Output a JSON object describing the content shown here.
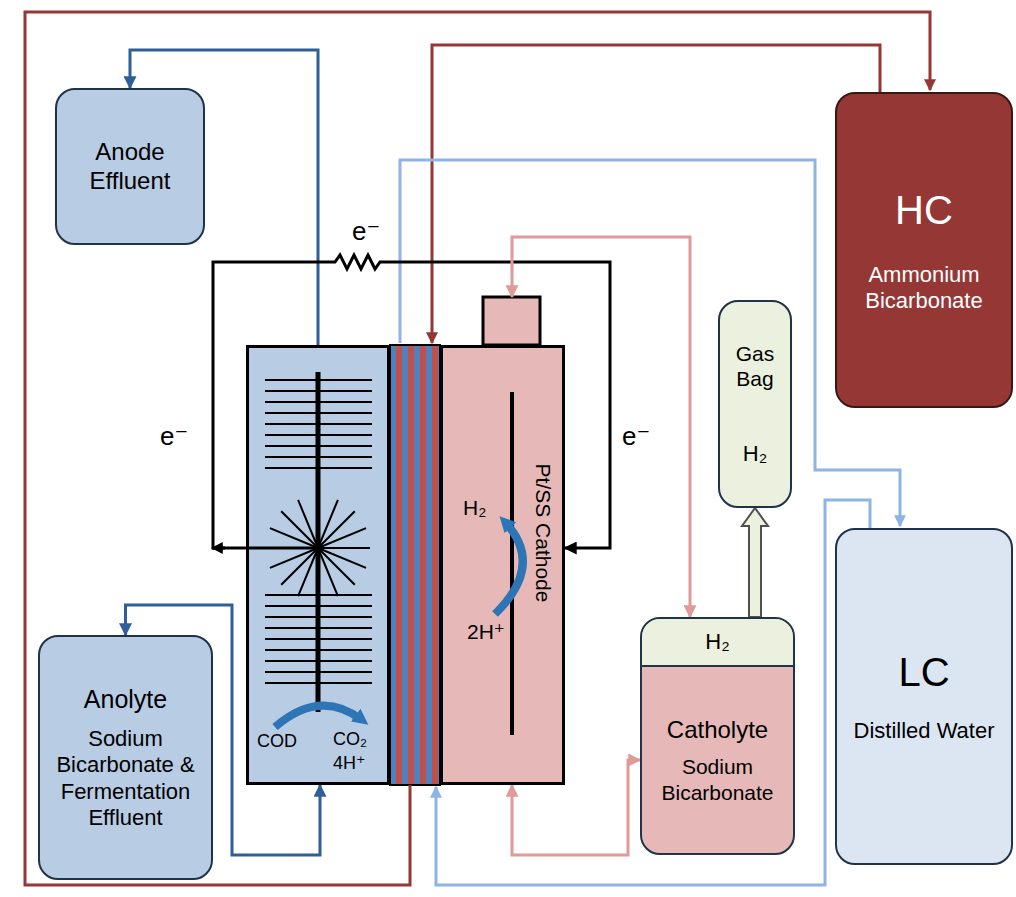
{
  "diagram": {
    "nodes": [
      {
        "text": [
          "Anode Effluent"
        ]
      },
      {
        "text": [
          "Anolyte",
          "Sodium Bicarbonate & Fermentation Effluent"
        ]
      },
      {
        "text": [
          "HC",
          "Ammonium Bicarbonate"
        ]
      },
      {
        "text": [
          "LC",
          "Distilled Water"
        ]
      },
      {
        "text": [
          "Gas Bag",
          "H₂"
        ]
      },
      {
        "text": [
          "H₂",
          "Catholyte",
          "Sodium Bicarbonate"
        ]
      },
      {
        "text": [
          "COD",
          "CO₂",
          "4H⁺"
        ]
      },
      {
        "text": [
          "H₂",
          "2H⁺",
          "Pt/SS Cathode"
        ]
      }
    ],
    "edges": [
      {
        "from": 1,
        "to": 6,
        "arrow": "both"
      },
      {
        "from": 6,
        "to": 0,
        "arrow": "to"
      },
      {
        "from": 6,
        "to": 7,
        "arrow": "to",
        "label": "e⁻"
      },
      {
        "from": 7,
        "to": 5,
        "arrow": "both"
      },
      {
        "from": 5,
        "to": 7,
        "arrow": "both"
      },
      {
        "from": 5,
        "to": 4,
        "arrow": "to"
      }
    ],
    "labels": [
      "e⁻",
      "e⁻"
    ]
  }
}
